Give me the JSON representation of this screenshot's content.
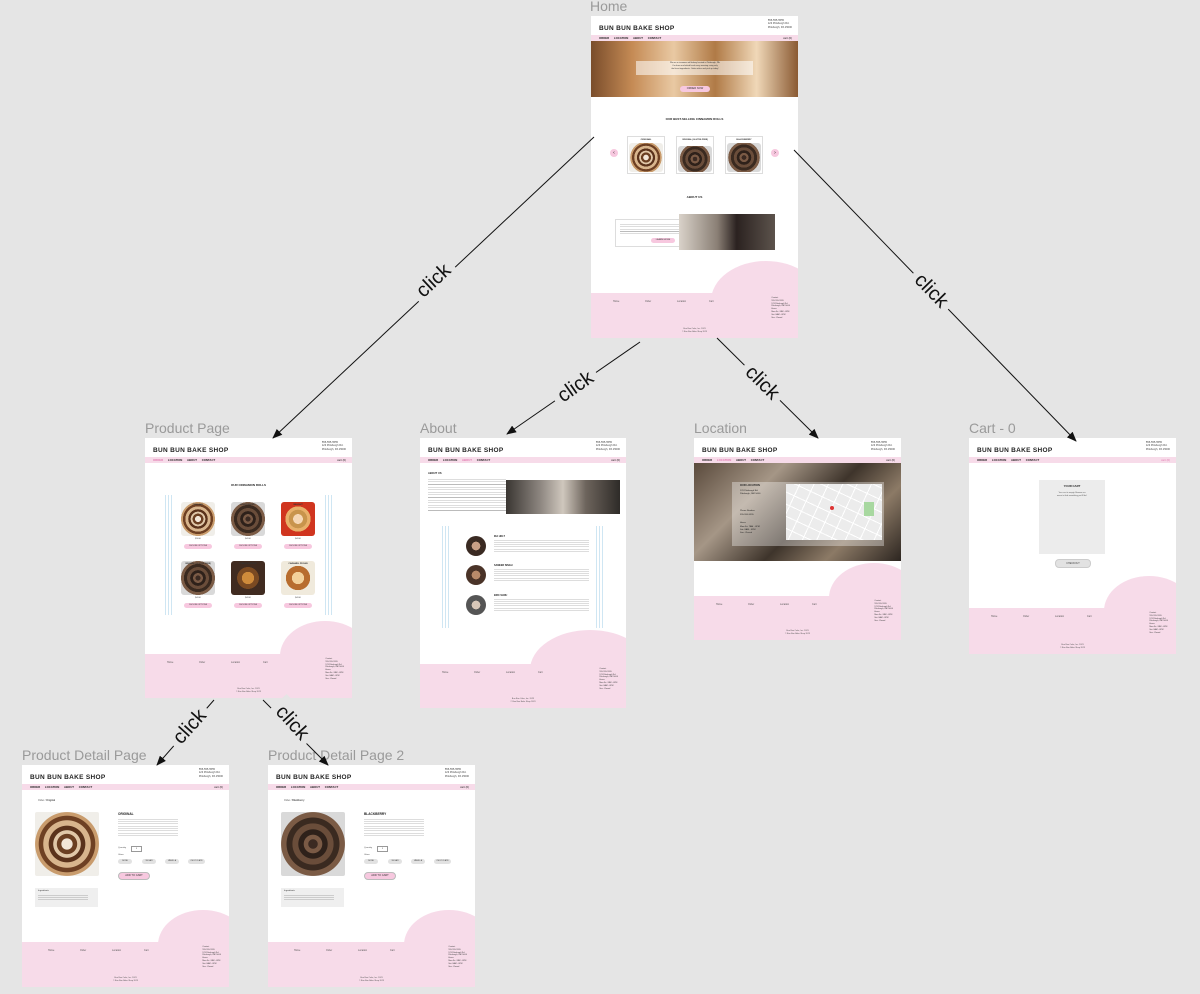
{
  "diagram": {
    "edge_label": "click",
    "colors": {
      "background": "#e5e5e5",
      "accent_pink": "#f7dbe9",
      "button_pink": "#f7c8df",
      "stripe_blue": "#cfe6f3"
    }
  },
  "frames": {
    "home": {
      "title": "Home"
    },
    "product": {
      "title": "Product Page"
    },
    "about": {
      "title": "About"
    },
    "location": {
      "title": "Location"
    },
    "cart": {
      "title": "Cart - 0"
    },
    "detail1": {
      "title": "Product Detail Page"
    },
    "detail2": {
      "title": "Product Detail Page 2"
    }
  },
  "site": {
    "brand": "BUN BUN BAKE SHOP",
    "phone": "555-555-5555",
    "address_line1": "123 Pittsburgh Rd.",
    "address_line2": "Pittsburgh, PA 15000",
    "nav": [
      "ORDER",
      "LOCATION",
      "ABOUT",
      "CONTACT"
    ],
    "cart": "cart (0)",
    "footer_links": [
      "Home",
      "Order",
      "Location",
      "Cart"
    ],
    "footer_contact_title": "Contact",
    "footer_hours_title": "Hours",
    "footer_hours": [
      "Mon-Fri: 7AM - 6PM",
      "Sat: 8AM - 6PM",
      "Sun: Closed"
    ],
    "copyright_line1": "Bun Bun Cake, Inc. 2023",
    "copyright_line2": "© Bun Bun Bake Shop 2023"
  },
  "home": {
    "hero_text_line1": "We are a cinnamon roll bakery located in Pittsburgh, PA.",
    "hero_text_line2": "Our buns are baked fresh every morning using only",
    "hero_text_line3": "the finest ingredients. Order online and pick up today!",
    "order_button": "ORDER NOW",
    "bestselling_heading": "OUR BEST-SELLING CINNAMON ROLLS",
    "carousel": [
      "ORIGINAL",
      "ORIGINAL (GLUTEN-FREE)",
      "BLACKBERRY"
    ],
    "prev_arrow": "‹",
    "next_arrow": "›",
    "about_heading": "ABOUT US",
    "about_button": "LEARN MORE"
  },
  "product_page": {
    "heading": "OUR CINNAMON ROLLS",
    "products": [
      {
        "name": "ORIGINAL",
        "price": "$3.00"
      },
      {
        "name": "BLACKBERRY",
        "price": "$4.00"
      },
      {
        "name": "WALNUT",
        "price": "$4.00"
      },
      {
        "name": "ORIGINAL (GLUTEN-FREE)",
        "price": "$4.00"
      },
      {
        "name": "PUMPKIN SPICE",
        "price": "$4.00"
      },
      {
        "name": "CARAMEL PECAN",
        "price": "$4.00"
      }
    ],
    "choose_button": "CHOOSE OPTIONS"
  },
  "about_page": {
    "heading": "ABOUT US",
    "team": [
      {
        "name": "IDA HOLT"
      },
      {
        "name": "SAMEER SINGH"
      },
      {
        "name": "ERIC SHOU"
      }
    ]
  },
  "location_page": {
    "heading": "OUR LOCATION",
    "phone_title": "Phone Number",
    "hours_title": "Hours"
  },
  "cart_page": {
    "heading": "YOUR CART",
    "empty_text_line1": "Your cart is empty. Browse our",
    "empty_text_line2": "menu to find something you'll like!",
    "checkout_button": "CHECKOUT"
  },
  "detail1": {
    "breadcrumb_root": "Order",
    "breadcrumb_current": "Original",
    "name": "ORIGINAL",
    "quantity_label": "Quantity",
    "quantity_value": "1",
    "glaze_label": "Glaze",
    "glazes": [
      "NONE",
      "SUGAR",
      "VANILLA",
      "CHOCOLATE"
    ],
    "add_button": "ADD TO CART",
    "ingredients_title": "Ingredients"
  },
  "detail2": {
    "breadcrumb_root": "Order",
    "breadcrumb_current": "Blackberry",
    "name": "BLACKBERRY",
    "quantity_label": "Quantity",
    "quantity_value": "1",
    "glaze_label": "Glaze",
    "glazes": [
      "NONE",
      "SUGAR",
      "VANILLA",
      "CHOCOLATE"
    ],
    "add_button": "ADD TO CART",
    "ingredients_title": "Ingredients"
  }
}
